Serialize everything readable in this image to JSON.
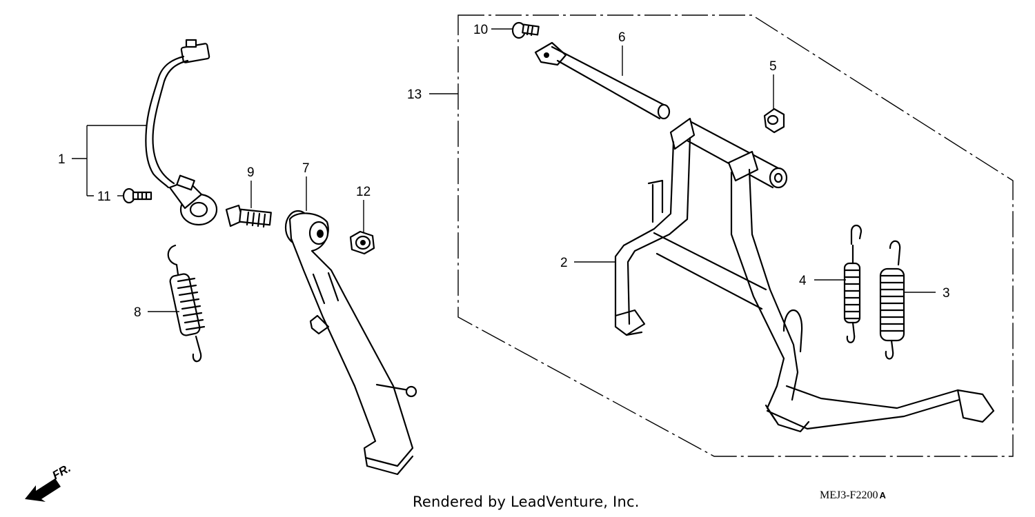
{
  "callouts": {
    "c1": "1",
    "c2": "2",
    "c3": "3",
    "c4": "4",
    "c5": "5",
    "c6": "6",
    "c7": "7",
    "c8": "8",
    "c9": "9",
    "c10": "10",
    "c11": "11",
    "c12": "12",
    "c13": "13"
  },
  "direction_label": "FR.",
  "footer": {
    "credit": "Rendered by LeadVenture, Inc.",
    "diagram_code": "MEJ3-F2200",
    "diagram_code_suffix": "A"
  }
}
